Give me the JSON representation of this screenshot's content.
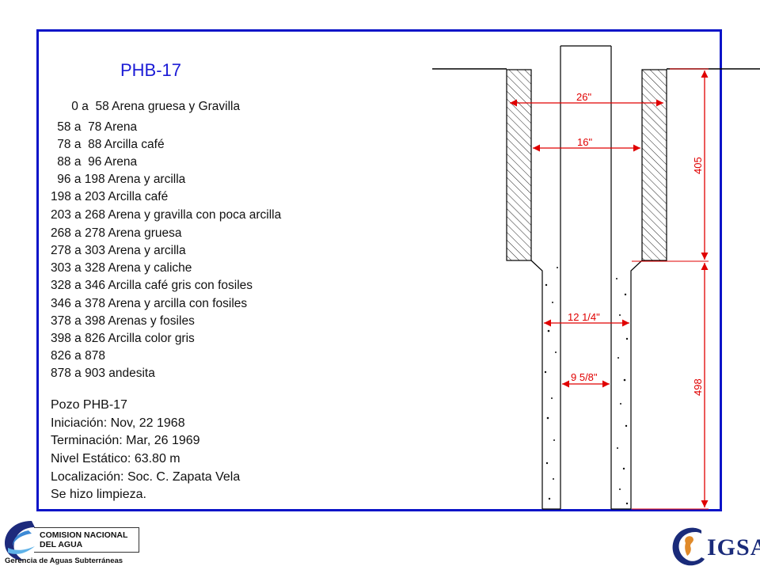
{
  "title": "PHB-17",
  "layers": [
    " 0 a  58 Arena gruesa y Gravilla",
    " 58 a  78 Arena",
    " 78 a  88 Arcilla café",
    " 88 a  96 Arena",
    " 96 a 198 Arena y arcilla",
    "198 a 203 Arcilla café",
    "203 a 268 Arena y gravilla con poca arcilla",
    "268 a 278 Arena gruesa",
    "278 a 303 Arena y arcilla",
    "303 a 328 Arena y caliche",
    "328 a 346 Arcilla café gris con fosiles",
    "346 a 378 Arena y arcilla con fosiles",
    "378 a 398 Arenas y fosiles",
    "398 a 826 Arcilla color gris",
    "826 a 878",
    "878 a 903 andesita"
  ],
  "info": [
    "Pozo PHB-17",
    "Iniciación: Nov, 22 1968",
    "Terminación: Mar, 26 1969",
    "Nivel Estático: 63.80 m",
    "Localización: Soc. C. Zapata Vela",
    "Se hizo limpieza."
  ],
  "diagram": {
    "dim_26": "26\"",
    "dim_16": "16\"",
    "dim_12": "12 1/4\"",
    "dim_9": "9 5/8\"",
    "depth_upper": "405",
    "depth_lower": "498",
    "accent_color": "#e00000"
  },
  "logos": {
    "org_line1": "COMISION NACIONAL",
    "org_line2": "DEL  AGUA",
    "dept": "Gerencia de Aguas Subterráneas",
    "igsa_prefix": "C",
    "igsa_text": "IGSA"
  }
}
